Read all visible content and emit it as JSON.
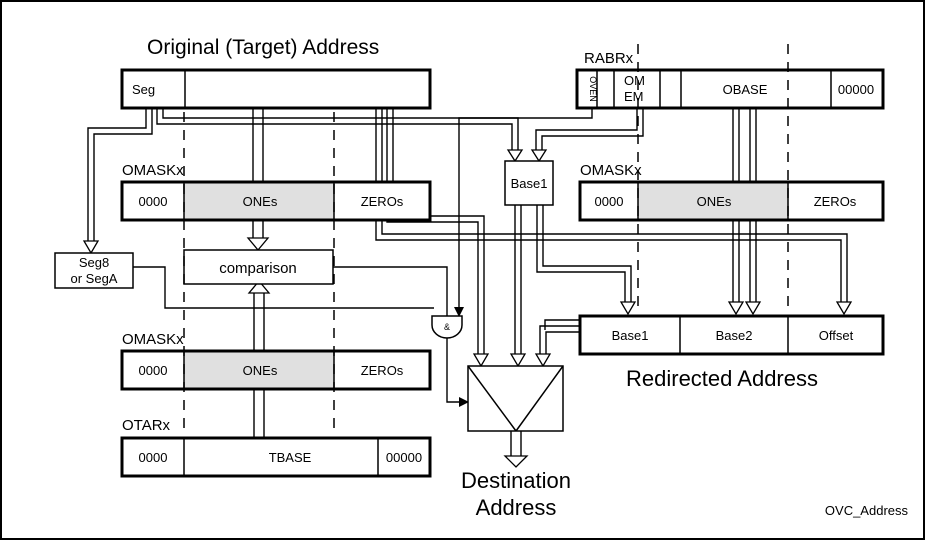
{
  "labels": {
    "original_address": "Original (Target) Address",
    "rabr": "RABRx",
    "omask_top": "OMASKx",
    "omask_right": "OMASKx",
    "omask_bottom": "OMASKx",
    "otar": "OTARx",
    "redirected_address": "Redirected Address",
    "destination_line1": "Destination",
    "destination_line2": "Address",
    "figure_id": "OVC_Address"
  },
  "original_register": {
    "seg": "Seg"
  },
  "rabr_register": {
    "oven": "OVEN",
    "omem_line1": "OM",
    "omem_line2": "EM",
    "obase": "OBASE",
    "zeros": "00000"
  },
  "omask_top_register": {
    "zeros_left": "0000",
    "ones": "ONEs",
    "zeros": "ZEROs"
  },
  "omask_right_register": {
    "zeros_left": "0000",
    "ones": "ONEs",
    "zeros": "ZEROs"
  },
  "omask_bottom_register": {
    "zeros_left": "0000",
    "ones": "ONEs",
    "zeros": "ZEROs"
  },
  "otar_register": {
    "zeros_left": "0000",
    "tbase": "TBASE",
    "zeros_right": "00000"
  },
  "blocks": {
    "base1_select": "Base1",
    "seg8_line1": "Seg8",
    "seg8_line2": "or SegA",
    "comparison": "comparison",
    "and_gate": "&"
  },
  "redirected_register": {
    "base1": "Base1",
    "base2": "Base2",
    "offset": "Offset"
  }
}
